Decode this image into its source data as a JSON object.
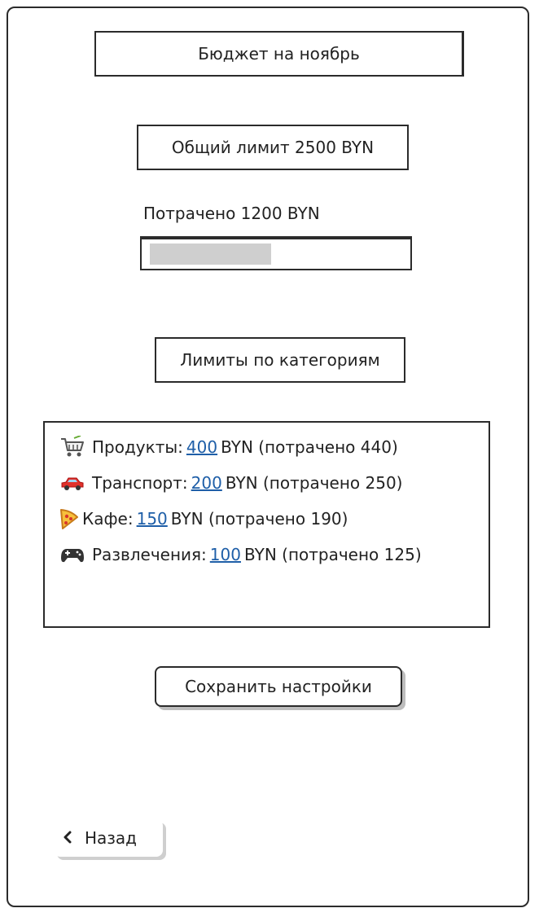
{
  "title": "Бюджет на ноябрь",
  "total_limit": "Общий лимит 2500 BYN",
  "spent": {
    "label": "Потрачено 1200 BYN",
    "progress_fraction": 0.48
  },
  "categories_title": "Лимиты по категориям",
  "categories": [
    {
      "icon": "shopping-cart-icon",
      "name": "Продукты:",
      "limit": "400",
      "rest": "BYN (потрачено 440)"
    },
    {
      "icon": "car-icon",
      "name": "Транспорт:",
      "limit": "200",
      "rest": "BYN (потрачено 250)"
    },
    {
      "icon": "pizza-icon",
      "name": "Кафе:",
      "limit": "150",
      "rest": "BYN (потрачено 190)"
    },
    {
      "icon": "gamepad-icon",
      "name": "Развлечения:",
      "limit": "100",
      "rest": "BYN (потрачено 125)"
    }
  ],
  "save_button": "Сохранить настройки",
  "back_button": "Назад",
  "colors": {
    "link": "#1f5fa8",
    "progress_fill": "#cfcfcf"
  }
}
